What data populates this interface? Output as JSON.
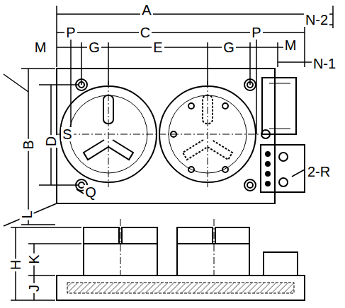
{
  "diagram": {
    "labels": [
      "A",
      "N-2",
      "P",
      "C",
      "P",
      "M",
      "G",
      "E",
      "G",
      "M",
      "N-1",
      "B",
      "D",
      "S",
      "2-R",
      "Q",
      "L",
      "H",
      "K",
      "J"
    ]
  }
}
